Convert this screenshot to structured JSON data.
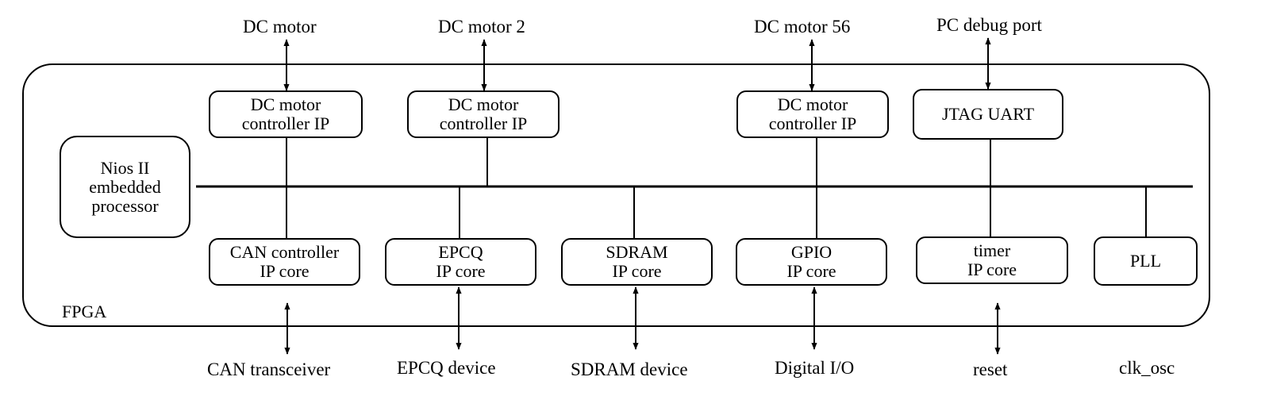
{
  "fpga_label": "FPGA",
  "processor": {
    "line1": "Nios II",
    "line2": "embedded",
    "line3": "processor"
  },
  "top_blocks": [
    {
      "line1": "DC motor",
      "line2": "controller IP"
    },
    {
      "line1": "DC motor",
      "line2": "controller IP"
    },
    {
      "line1": "DC motor",
      "line2": "controller IP"
    },
    {
      "line1": "JTAG UART"
    }
  ],
  "bottom_blocks": [
    {
      "line1": "CAN controller",
      "line2": "IP core"
    },
    {
      "line1": "EPCQ",
      "line2": "IP core"
    },
    {
      "line1": "SDRAM",
      "line2": "IP core"
    },
    {
      "line1": "GPIO",
      "line2": "IP core"
    },
    {
      "line1": "timer",
      "line2": "IP core"
    },
    {
      "line1": "PLL"
    }
  ],
  "top_external": [
    "DC motor",
    "DC motor 2",
    "DC motor 56",
    "PC debug port"
  ],
  "bottom_external": [
    "CAN transceiver",
    "EPCQ device",
    "SDRAM device",
    "Digital I/O",
    "reset",
    "clk_osc"
  ]
}
